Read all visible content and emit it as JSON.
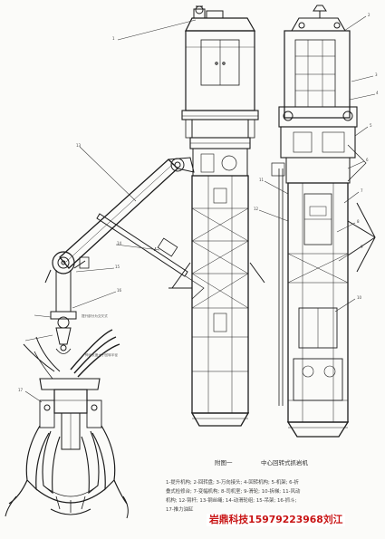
{
  "figure": {
    "caption_left": "附图一",
    "caption_right": "中心回转式抓岩机",
    "legend_lines": [
      "1-提升机构; 2-回转盘; 3-万向接头; 4-回转机构; 5-机架; 6-折",
      "叠式检修台; 7-变幅机构; 8-司机室; 9-滑轮; 10-拆梯; 11-风动",
      "机构; 12-臂杆; 13-钢丝绳; 14-动滑轮组; 15-吊架; 16-抓斗;",
      "17-推力油缸"
    ],
    "side_notes": [
      "提升部分为交叉式",
      "伸出长度大于回转半径"
    ],
    "callout_numbers": [
      "1",
      "2",
      "3",
      "4",
      "5",
      "6",
      "7",
      "8",
      "9",
      "10",
      "11",
      "12",
      "13",
      "14",
      "15",
      "16",
      "17"
    ]
  },
  "watermark": "岩鼎科技15979223968刘江",
  "colors": {
    "ink": "#1a1a1a",
    "paper": "#fbfbf9",
    "watermark": "#c81414"
  }
}
